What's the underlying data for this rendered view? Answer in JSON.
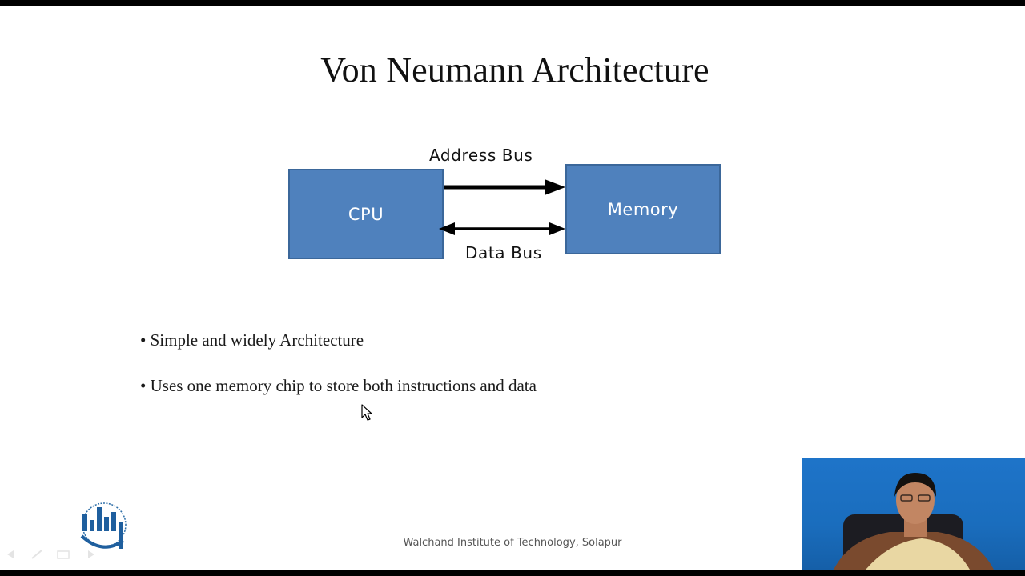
{
  "slide": {
    "title": "Von Neumann Architecture",
    "diagram": {
      "cpu_label": "CPU",
      "memory_label": "Memory",
      "address_bus_label": "Address Bus",
      "data_bus_label": "Data Bus"
    },
    "bullets": [
      "• Simple and widely Architecture",
      "• Uses one memory chip to store both instructions and data"
    ],
    "footer": "Walchand Institute of Technology, Solapur"
  },
  "colors": {
    "box_fill": "#4f81bd",
    "box_border": "#3b679a",
    "webcam_background": "#1e74c9"
  },
  "icons": {
    "logo": "walchand-institute-logo",
    "cursor": "mouse-pointer-icon"
  }
}
